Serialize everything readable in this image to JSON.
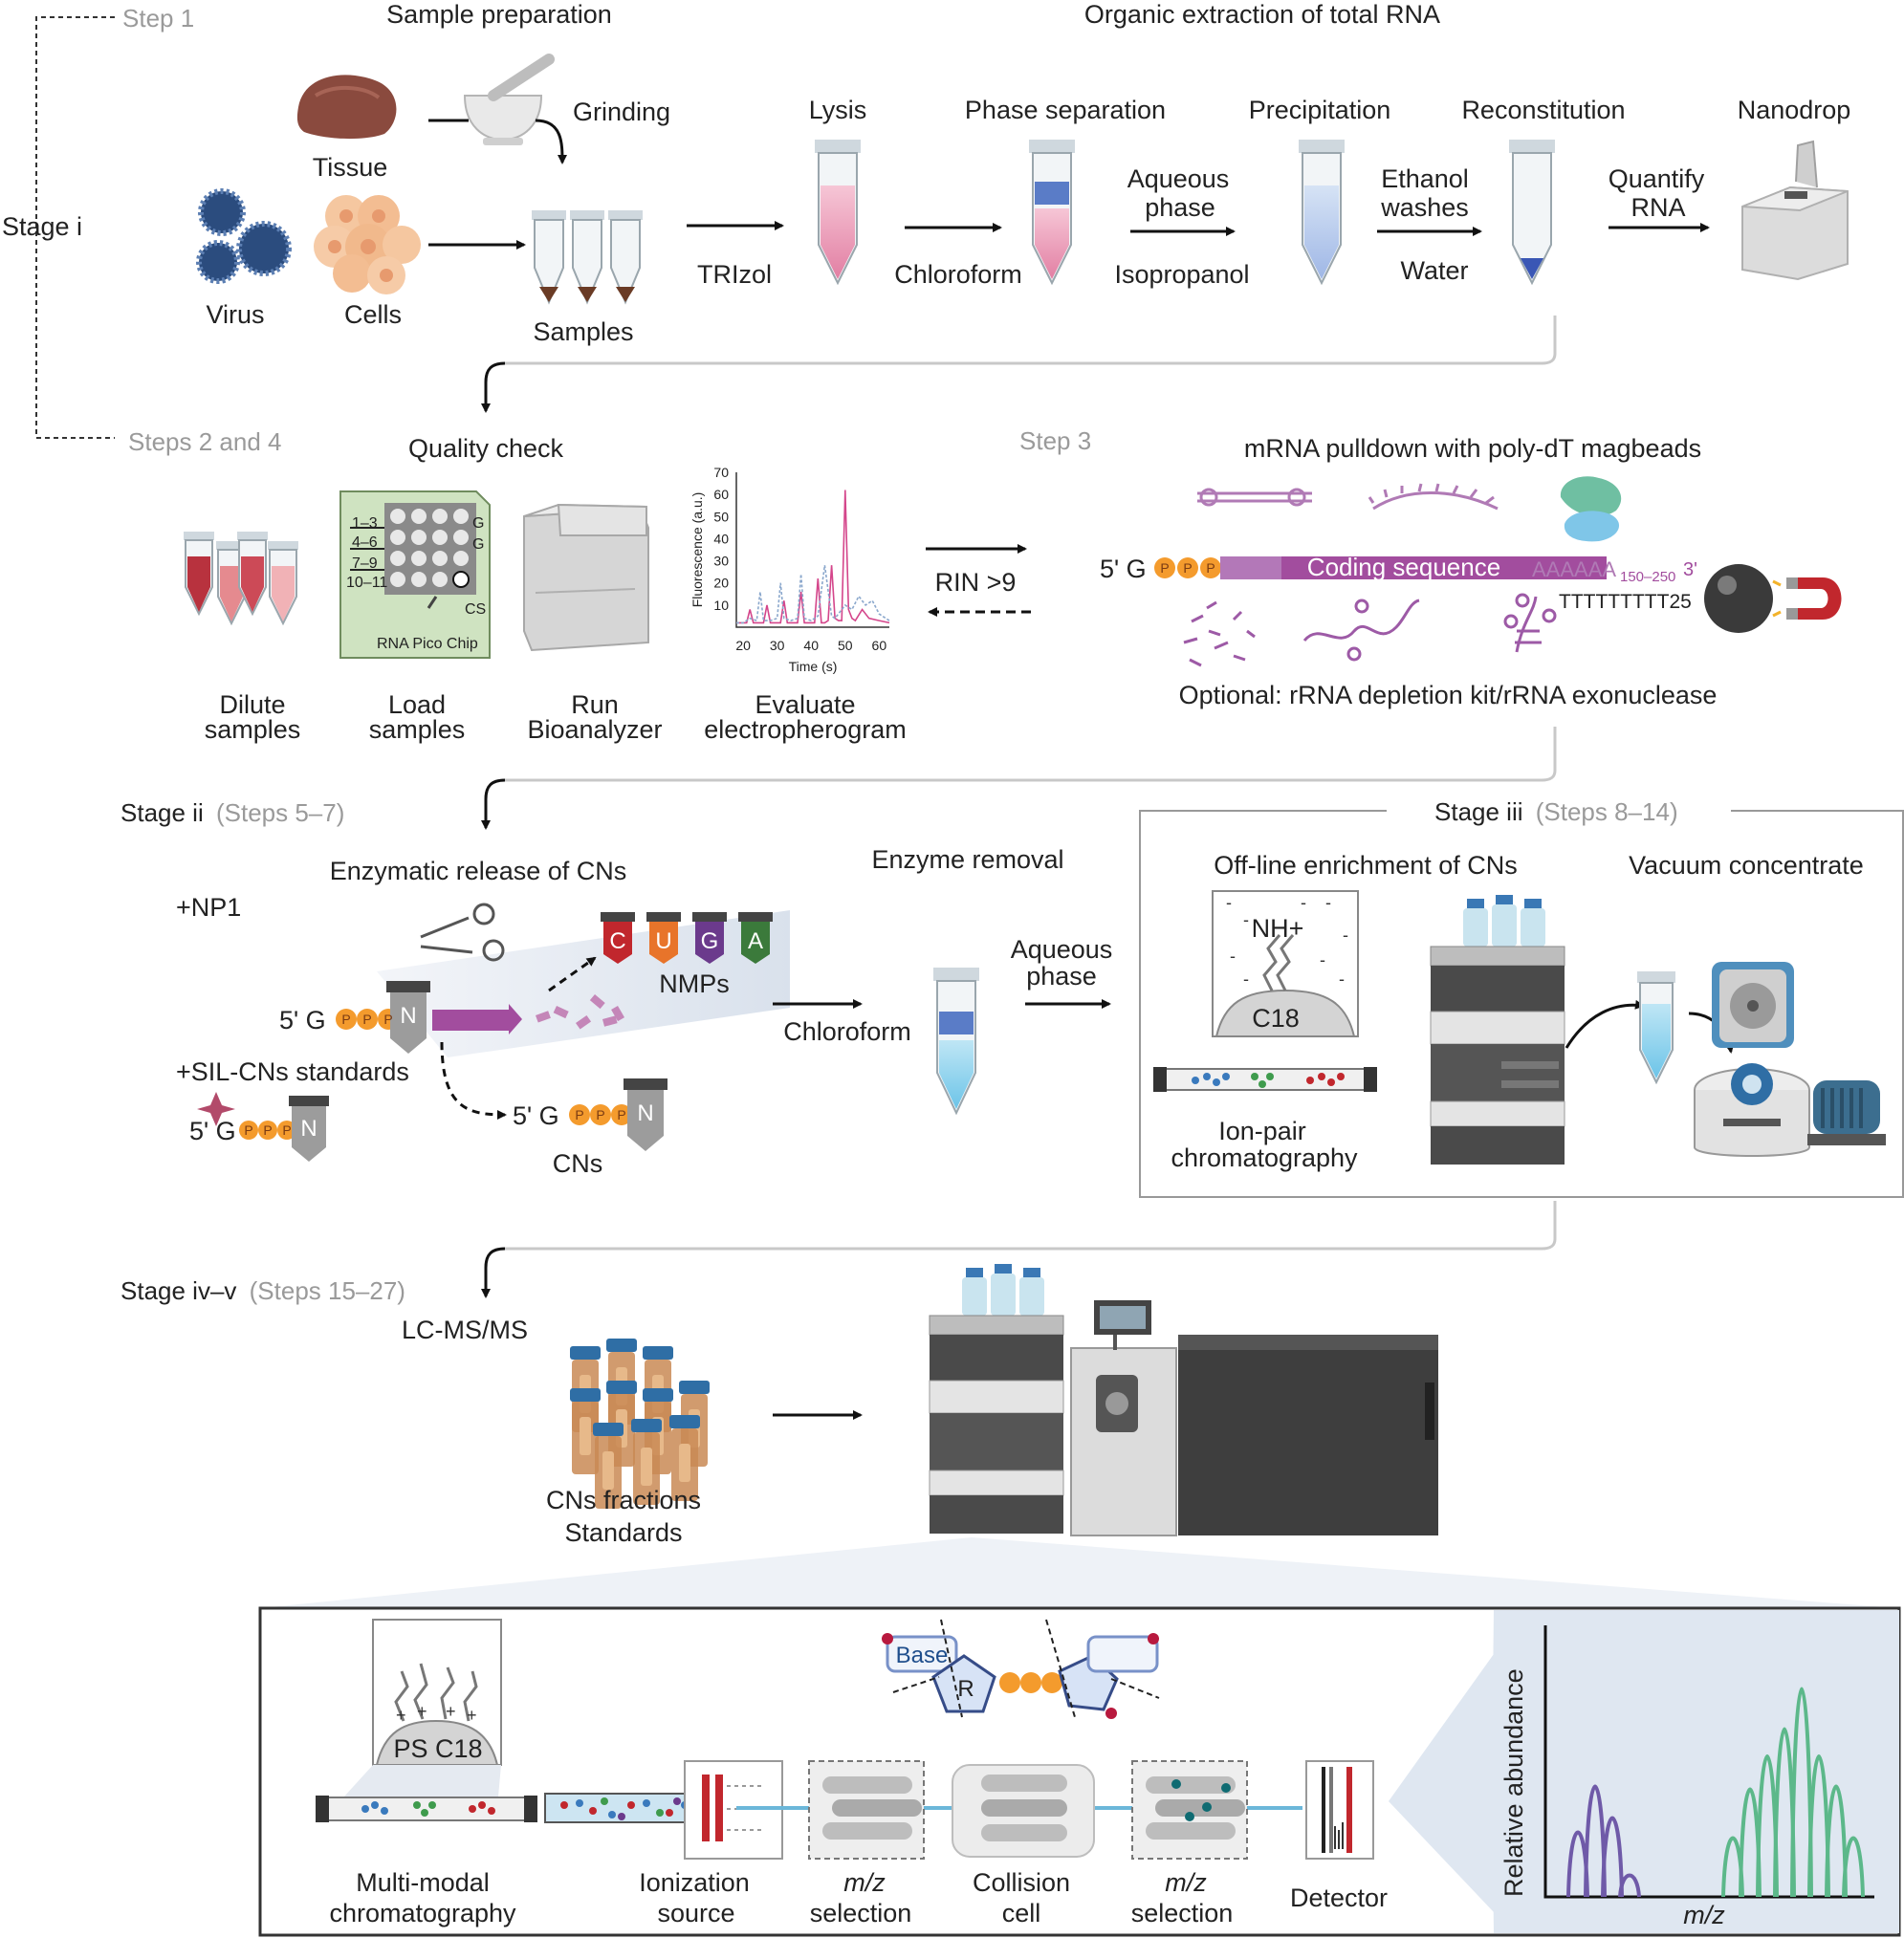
{
  "stage_labels": {
    "step1": "Step 1",
    "stage_i": "Stage i",
    "steps_2_4": "Steps 2 and 4",
    "step3": "Step 3",
    "stage_ii": "Stage ii",
    "stage_ii_steps": "(Steps 5–7)",
    "stage_iii": "Stage iii",
    "stage_iii_steps": "(Steps 8–14)",
    "stage_iv_v": "Stage iv–v",
    "stage_iv_v_steps": "(Steps 15–27)"
  },
  "stage1": {
    "sample_prep": "Sample preparation",
    "organic_extraction": "Organic extraction of total RNA",
    "tissue": "Tissue",
    "grinding": "Grinding",
    "virus": "Virus",
    "cells": "Cells",
    "samples": "Samples",
    "trizol": "TRIzol",
    "lysis": "Lysis",
    "phase_separation": "Phase separation",
    "chloroform": "Chloroform",
    "aqueous_phase_1": "Aqueous",
    "aqueous_phase_2": "phase",
    "isopropanol": "Isopropanol",
    "precipitation": "Precipitation",
    "ethanol_1": "Ethanol",
    "ethanol_2": "washes",
    "water": "Water",
    "reconstitution": "Reconstitution",
    "quantify_1": "Quantify",
    "quantify_2": "RNA",
    "nanodrop": "Nanodrop"
  },
  "quality": {
    "title": "Quality check",
    "dilute_1": "Dilute",
    "dilute_2": "samples",
    "load_1": "Load",
    "load_2": "samples",
    "run_1": "Run",
    "run_2": "Bioanalyzer",
    "eval_1": "Evaluate",
    "eval_2": "electropherogram",
    "chip_rows": [
      "1–3",
      "4–6",
      "7–9",
      "10–11"
    ],
    "chip_g1": "G",
    "chip_g2": "G",
    "chip_cs": "CS",
    "chip_name": "RNA Pico Chip",
    "rin": "RIN >9",
    "chart_ylabel": "Fluorescence (a.u.)",
    "chart_xlabel": "Time (s)"
  },
  "chart_data": {
    "type": "line",
    "title": "",
    "xlabel": "Time (s)",
    "ylabel": "Fluorescence (a.u.)",
    "xlim": [
      18,
      63
    ],
    "ylim": [
      0,
      70
    ],
    "xticks": [
      20,
      30,
      40,
      50,
      60
    ],
    "yticks": [
      10,
      20,
      30,
      40,
      50,
      60,
      70
    ],
    "series": [
      {
        "x": [
          18,
          21,
          22,
          23,
          24,
          26,
          27,
          28,
          29,
          31,
          32,
          33,
          35,
          36,
          37,
          38,
          40,
          41,
          42,
          43,
          44,
          45,
          46,
          47,
          48,
          49,
          50,
          51,
          52,
          53,
          55,
          57,
          60,
          63
        ],
        "y": [
          2,
          2,
          8,
          2,
          2,
          2,
          10,
          2,
          2,
          2,
          12,
          2,
          2,
          2,
          16,
          2,
          2,
          2,
          22,
          2,
          2,
          3,
          28,
          4,
          3,
          3,
          62,
          8,
          4,
          3,
          8,
          4,
          3,
          2
        ]
      },
      {
        "x": [
          18,
          20,
          22,
          24,
          25,
          26,
          28,
          30,
          31,
          32,
          34,
          36,
          37,
          38,
          40,
          42,
          44,
          46,
          47,
          48,
          50,
          52,
          54,
          56,
          58,
          60,
          63
        ],
        "y": [
          2,
          2,
          4,
          3,
          16,
          3,
          3,
          4,
          20,
          4,
          3,
          4,
          24,
          4,
          3,
          5,
          28,
          5,
          4,
          6,
          10,
          8,
          14,
          10,
          12,
          6,
          3
        ]
      }
    ]
  },
  "pulldown": {
    "title": "mRNA pulldown with poly-dT magbeads",
    "five_prime": "5' G",
    "p": "P",
    "coding": "Coding sequence",
    "polya": "AAAAAA",
    "polya_sub": "150–250",
    "three_prime": "3'",
    "polyt": "TTTTTTTTT25",
    "optional": "Optional: rRNA depletion kit/rRNA exonuclease"
  },
  "stage2": {
    "enzymatic": "Enzymatic release of CNs",
    "np1": "+NP1",
    "five_prime": "5' G",
    "p": "P",
    "n": "N",
    "sil": "+SIL-CNs standards",
    "nmps": "NMPs",
    "nmp_letters": [
      "C",
      "U",
      "G",
      "A"
    ],
    "nmp_colors": [
      "#c1272d",
      "#e8742a",
      "#6b3a8c",
      "#3b7a3b"
    ],
    "cns": "CNs",
    "enzyme_removal": "Enzyme removal",
    "aqueous_1": "Aqueous",
    "aqueous_2": "phase",
    "chloroform": "Chloroform"
  },
  "stage3": {
    "offline": "Off-line enrichment of CNs",
    "vacuum": "Vacuum concentrate",
    "nh": "NH+",
    "c18": "C18",
    "ionpair_1": "Ion-pair",
    "ionpair_2": "chromatography"
  },
  "stage4": {
    "lcms": "LC-MS/MS",
    "fractions_1": "CNs fractions",
    "fractions_2": "Standards",
    "ps_c18": "PS C18",
    "base": "Base",
    "r": "R",
    "mm_1": "Multi-modal",
    "mm_2": "chromatography",
    "ion_1": "Ionization",
    "ion_2": "source",
    "mz_1": "m/z",
    "mz_2": "selection",
    "coll_1": "Collision",
    "coll_2": "cell",
    "mz2_1": "m/z",
    "mz2_2": "selection",
    "detector": "Detector",
    "rel_abund": "Relative abundance",
    "mz_axis": "m/z"
  }
}
